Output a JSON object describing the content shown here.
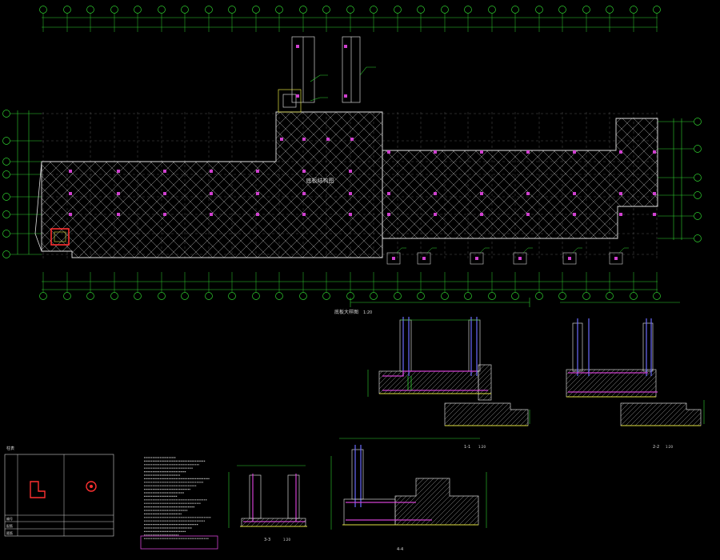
{
  "drawing": {
    "plan_label": "底板结构图",
    "details_title": "底板大样图",
    "details_scale": "1:20",
    "section_labels": [
      "1-1",
      "2-2",
      "3-3",
      "4-4"
    ],
    "section_scale": "1:20"
  },
  "legend": {
    "title": "柱表",
    "row_labels": [
      "编号",
      "配筋",
      "箍筋"
    ]
  },
  "colors": {
    "background": "#000000",
    "grid": "#2fd02f",
    "hatch": "#cfcfcf",
    "column": "#d040d0",
    "text": "#d8d8d8",
    "accent_red": "#ff3030",
    "accent_yellow": "#e0e040",
    "rebar_blue": "#6b6bff"
  }
}
